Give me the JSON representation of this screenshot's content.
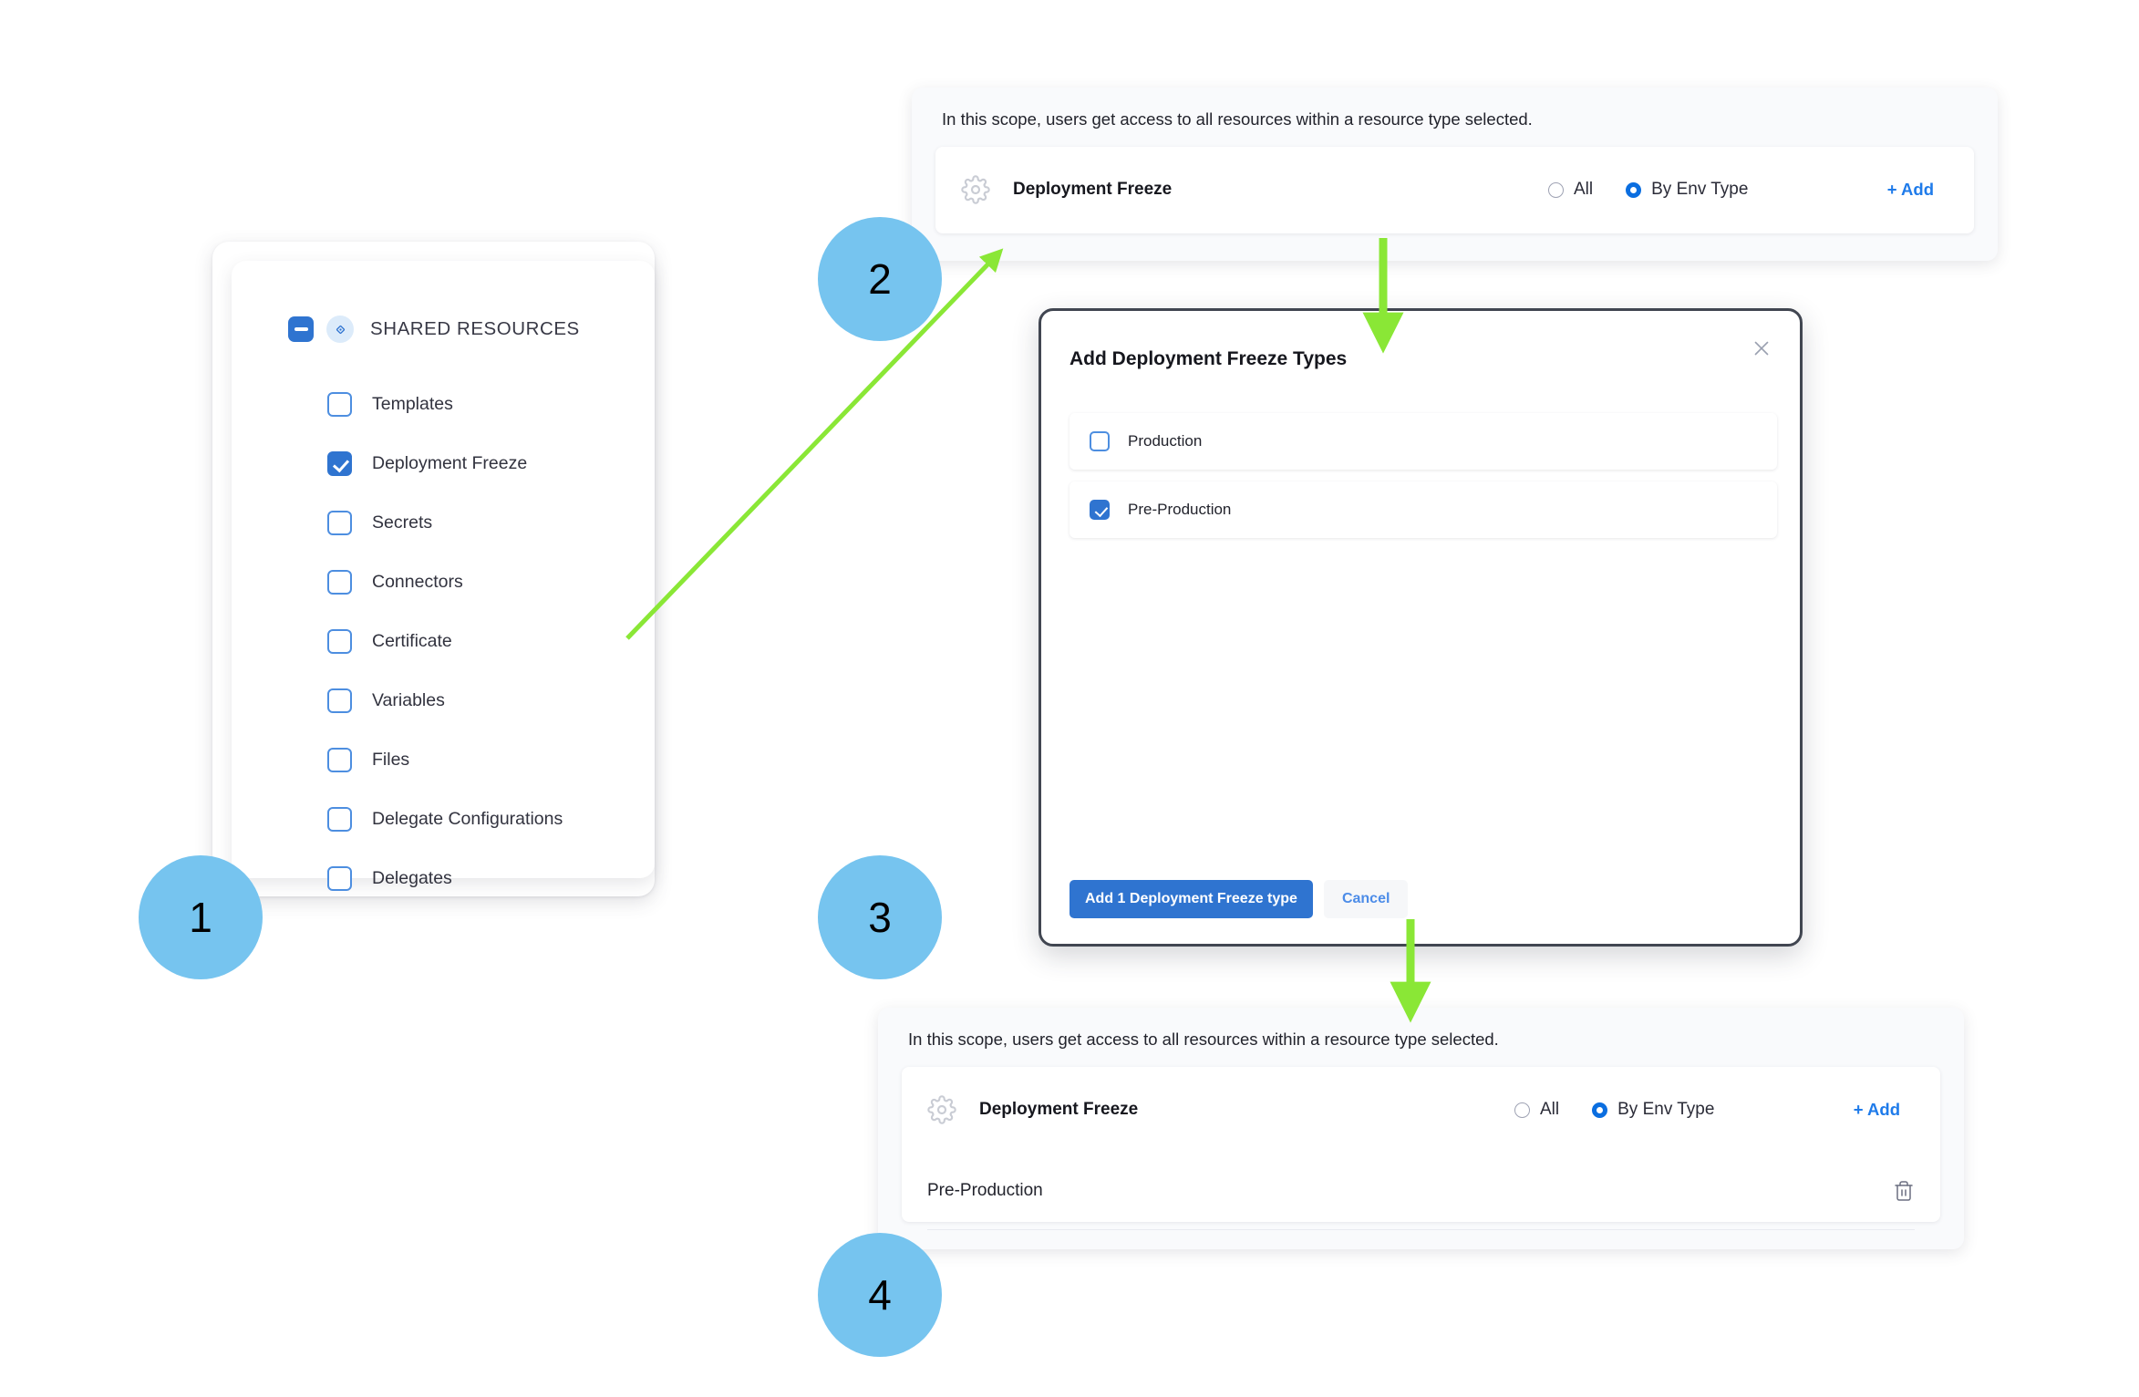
{
  "theme": {
    "accent_blue": "#2f74d0",
    "link_blue": "#1f7bea",
    "badge_blue": "#76c4ef",
    "arrow_green": "#8ae736",
    "modal_border": "#414651"
  },
  "shared_resources_panel": {
    "title": "SHARED RESOURCES",
    "collapse_icon": "minus-icon",
    "type_icon": "shared-resources-icon",
    "items": [
      {
        "label": "Templates",
        "checked": false
      },
      {
        "label": "Deployment Freeze",
        "checked": true
      },
      {
        "label": "Secrets",
        "checked": false
      },
      {
        "label": "Connectors",
        "checked": false
      },
      {
        "label": "Certificate",
        "checked": false
      },
      {
        "label": "Variables",
        "checked": false
      },
      {
        "label": "Files",
        "checked": false
      },
      {
        "label": "Delegate Configurations",
        "checked": false
      },
      {
        "label": "Delegates",
        "checked": false
      }
    ]
  },
  "scope_panel_before": {
    "note": "In this scope, users get access to all resources within a resource type selected.",
    "resource_name": "Deployment Freeze",
    "resource_icon": "gear-icon",
    "options": [
      {
        "label": "All",
        "selected": false
      },
      {
        "label": "By Env Type",
        "selected": true
      }
    ],
    "add_label": "+ Add",
    "values": []
  },
  "scope_panel_after": {
    "note": "In this scope, users get access to all resources within a resource type selected.",
    "resource_name": "Deployment Freeze",
    "resource_icon": "gear-icon",
    "options": [
      {
        "label": "All",
        "selected": false
      },
      {
        "label": "By Env Type",
        "selected": true
      }
    ],
    "add_label": "+ Add",
    "values": [
      {
        "label": "Pre-Production",
        "delete_icon": "trash-icon"
      }
    ]
  },
  "modal": {
    "title": "Add Deployment Freeze Types",
    "close_icon": "close-icon",
    "options": [
      {
        "label": "Production",
        "checked": false
      },
      {
        "label": "Pre-Production",
        "checked": true
      }
    ],
    "primary_button": "Add 1 Deployment Freeze type",
    "secondary_button": "Cancel"
  },
  "steps": [
    {
      "number": "1"
    },
    {
      "number": "2"
    },
    {
      "number": "3"
    },
    {
      "number": "4"
    }
  ]
}
